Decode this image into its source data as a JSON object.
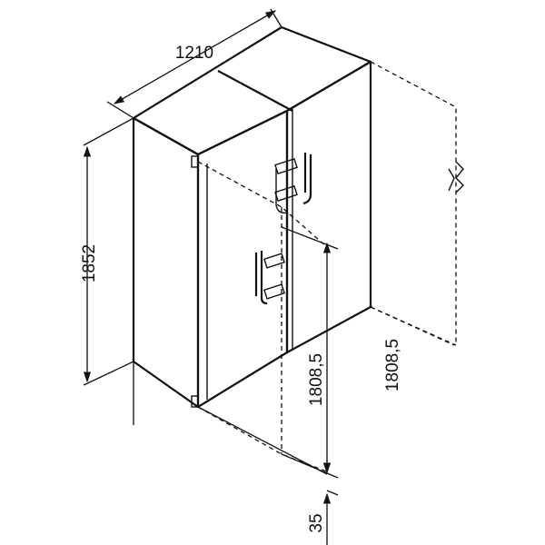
{
  "dimensions": {
    "width": "1210",
    "height": "1852",
    "door_height_left": "1808,5",
    "door_height_right": "1808,5",
    "base_offset": "35"
  }
}
